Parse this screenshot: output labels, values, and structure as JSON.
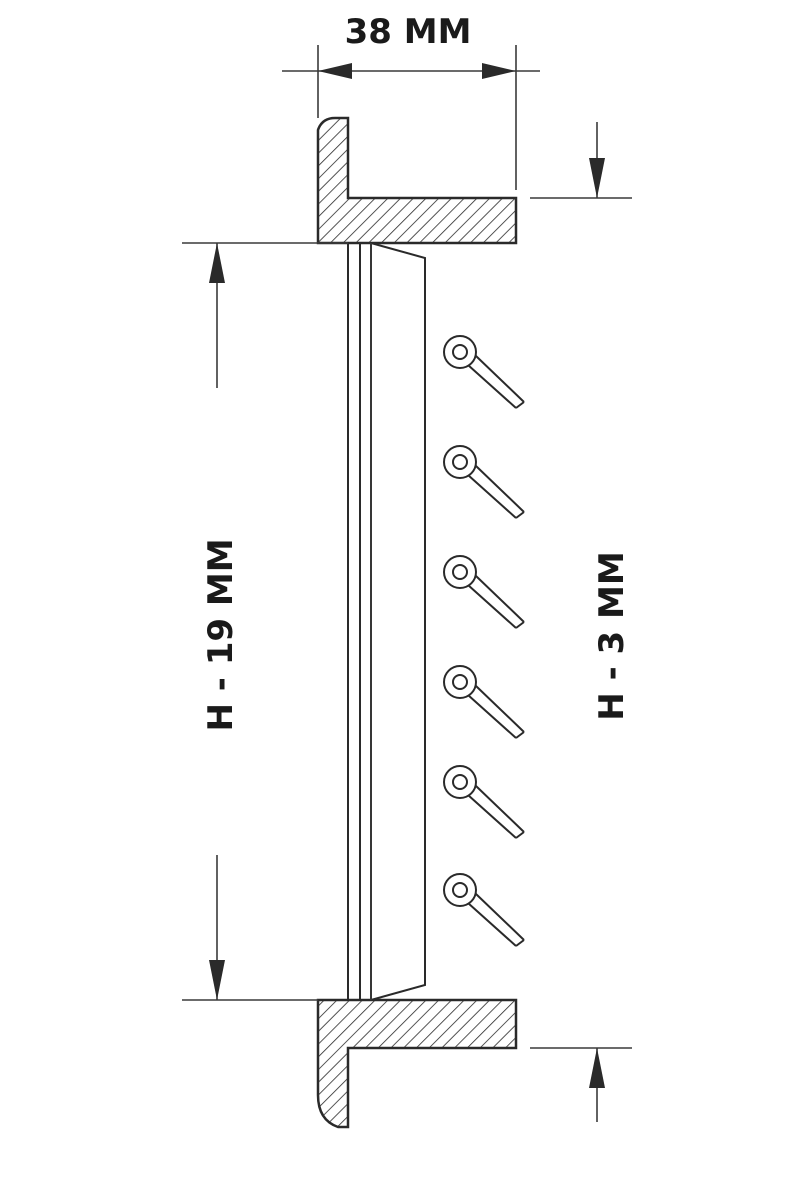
{
  "dimensions": {
    "depth_label": "38 MM",
    "inner_height_label": "H - 19 MM",
    "outer_height_label": "H - 3 MM"
  },
  "colors": {
    "line": "#2a2a2a",
    "hatch": "#2a2a2a",
    "background": "#ffffff"
  },
  "louver_blade_count": 6
}
